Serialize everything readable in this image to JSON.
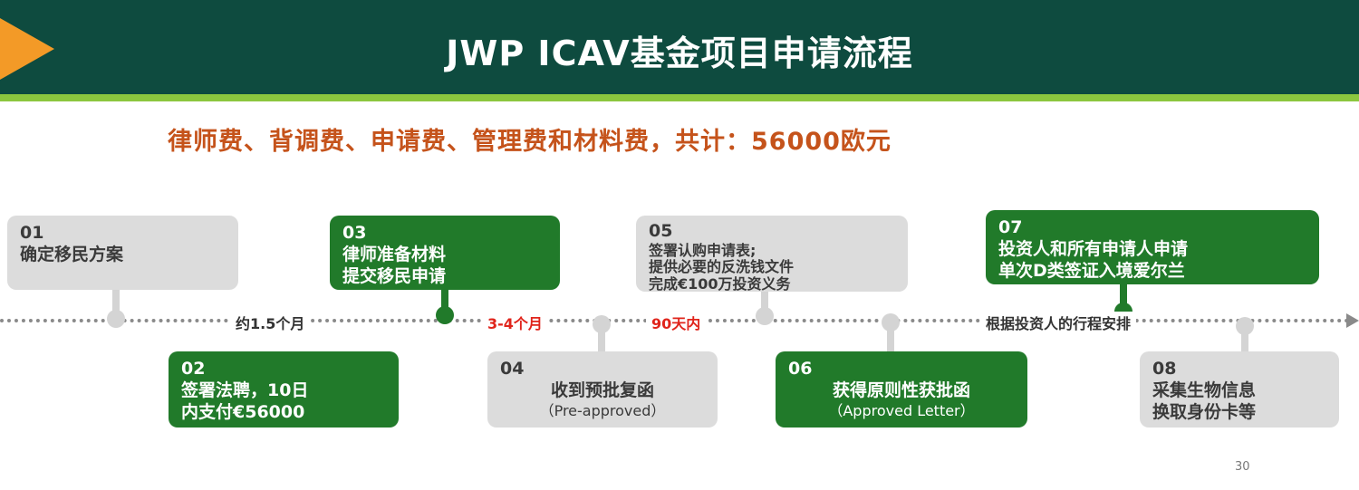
{
  "title": "JWP ICAV基金项目申请流程",
  "subtitle": "律师费、背调费、申请费、管理费和材料费，共计：56000欧元",
  "phases": [
    "约1.5个月",
    "3-4个月",
    "90天内",
    "根据投资人的行程安排"
  ],
  "steps": [
    {
      "num": "01",
      "lines": [
        "确定移民方案"
      ]
    },
    {
      "num": "02",
      "lines": [
        "签署法聘，10日",
        "内支付€56000"
      ]
    },
    {
      "num": "03",
      "lines": [
        "律师准备材料",
        "提交移民申请"
      ]
    },
    {
      "num": "04",
      "lines": [
        "收到预批复函"
      ],
      "sub": "（Pre-approved）"
    },
    {
      "num": "05",
      "lines": [
        "签署认购申请表;",
        "提供必要的反洗钱文件",
        "完成€100万投资义务"
      ]
    },
    {
      "num": "06",
      "lines": [
        "获得原则性获批函"
      ],
      "sub": "（Approved Letter）"
    },
    {
      "num": "07",
      "lines": [
        "投资人和所有申请人申请",
        "单次D类签证入境爱尔兰"
      ]
    },
    {
      "num": "08",
      "lines": [
        "采集生物信息",
        "换取身份卡等"
      ]
    }
  ],
  "page_number": "30",
  "colors": {
    "header": "#0e4b3f",
    "accent_stripe": "#8cc63e",
    "arrow": "#f39a27",
    "green_box": "#217a2a",
    "gray_box": "#dcdcdc",
    "subtitle": "#c5531b",
    "phase_red": "#e0241b"
  }
}
